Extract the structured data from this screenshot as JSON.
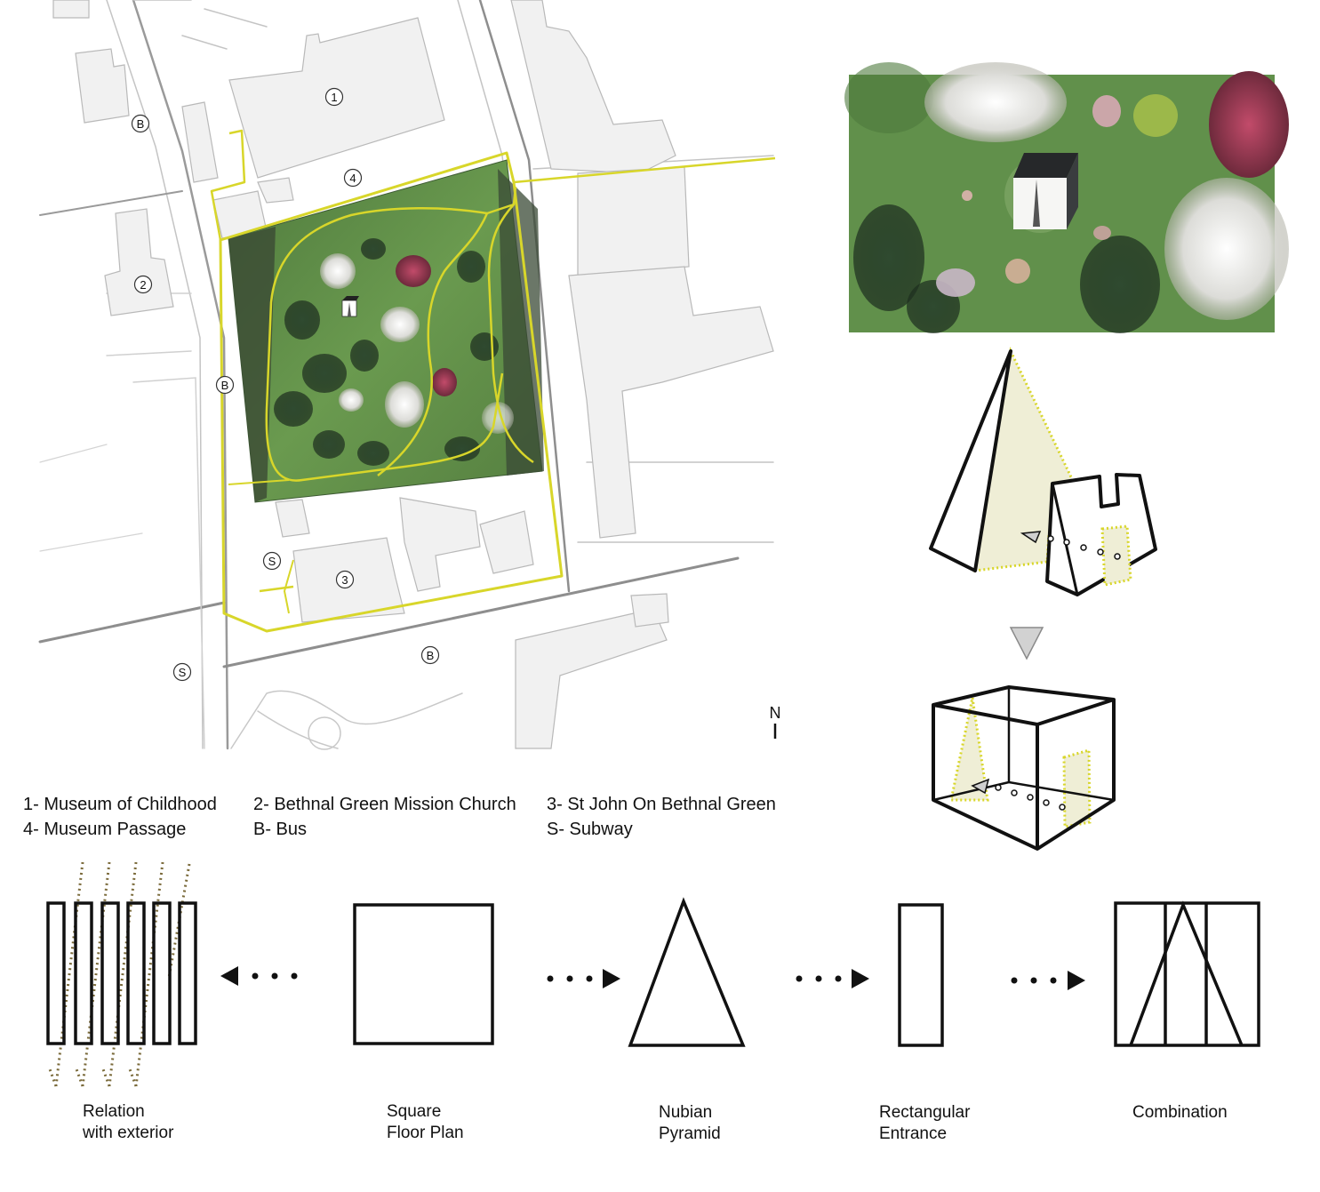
{
  "map": {
    "markers": [
      {
        "id": "m1",
        "label": "1"
      },
      {
        "id": "m2",
        "label": "2"
      },
      {
        "id": "m3",
        "label": "3"
      },
      {
        "id": "m4",
        "label": "4"
      },
      {
        "id": "b1",
        "label": "B"
      },
      {
        "id": "b2",
        "label": "B"
      },
      {
        "id": "b3",
        "label": "B"
      },
      {
        "id": "s1",
        "label": "S"
      },
      {
        "id": "s2",
        "label": "S"
      }
    ],
    "north_label": "N"
  },
  "legend": [
    "1- Museum of Childhood",
    "4- Museum Passage",
    "2- Bethnal Green Mission Church",
    "B- Bus",
    "3- St John On Bethnal Green",
    "S- Subway"
  ],
  "shapes": [
    {
      "line1": "Relation",
      "line2": "with exterior"
    },
    {
      "line1": "Square",
      "line2": "Floor Plan"
    },
    {
      "line1": "Nubian",
      "line2": "Pyramid"
    },
    {
      "line1": "Rectangular",
      "line2": "Entrance"
    },
    {
      "line1": "Combination",
      "line2": ""
    }
  ],
  "colors": {
    "path": "#d8d62a",
    "building": "#f1f1f1",
    "street": "#8e8e8e",
    "grass": "#5a8a45"
  }
}
